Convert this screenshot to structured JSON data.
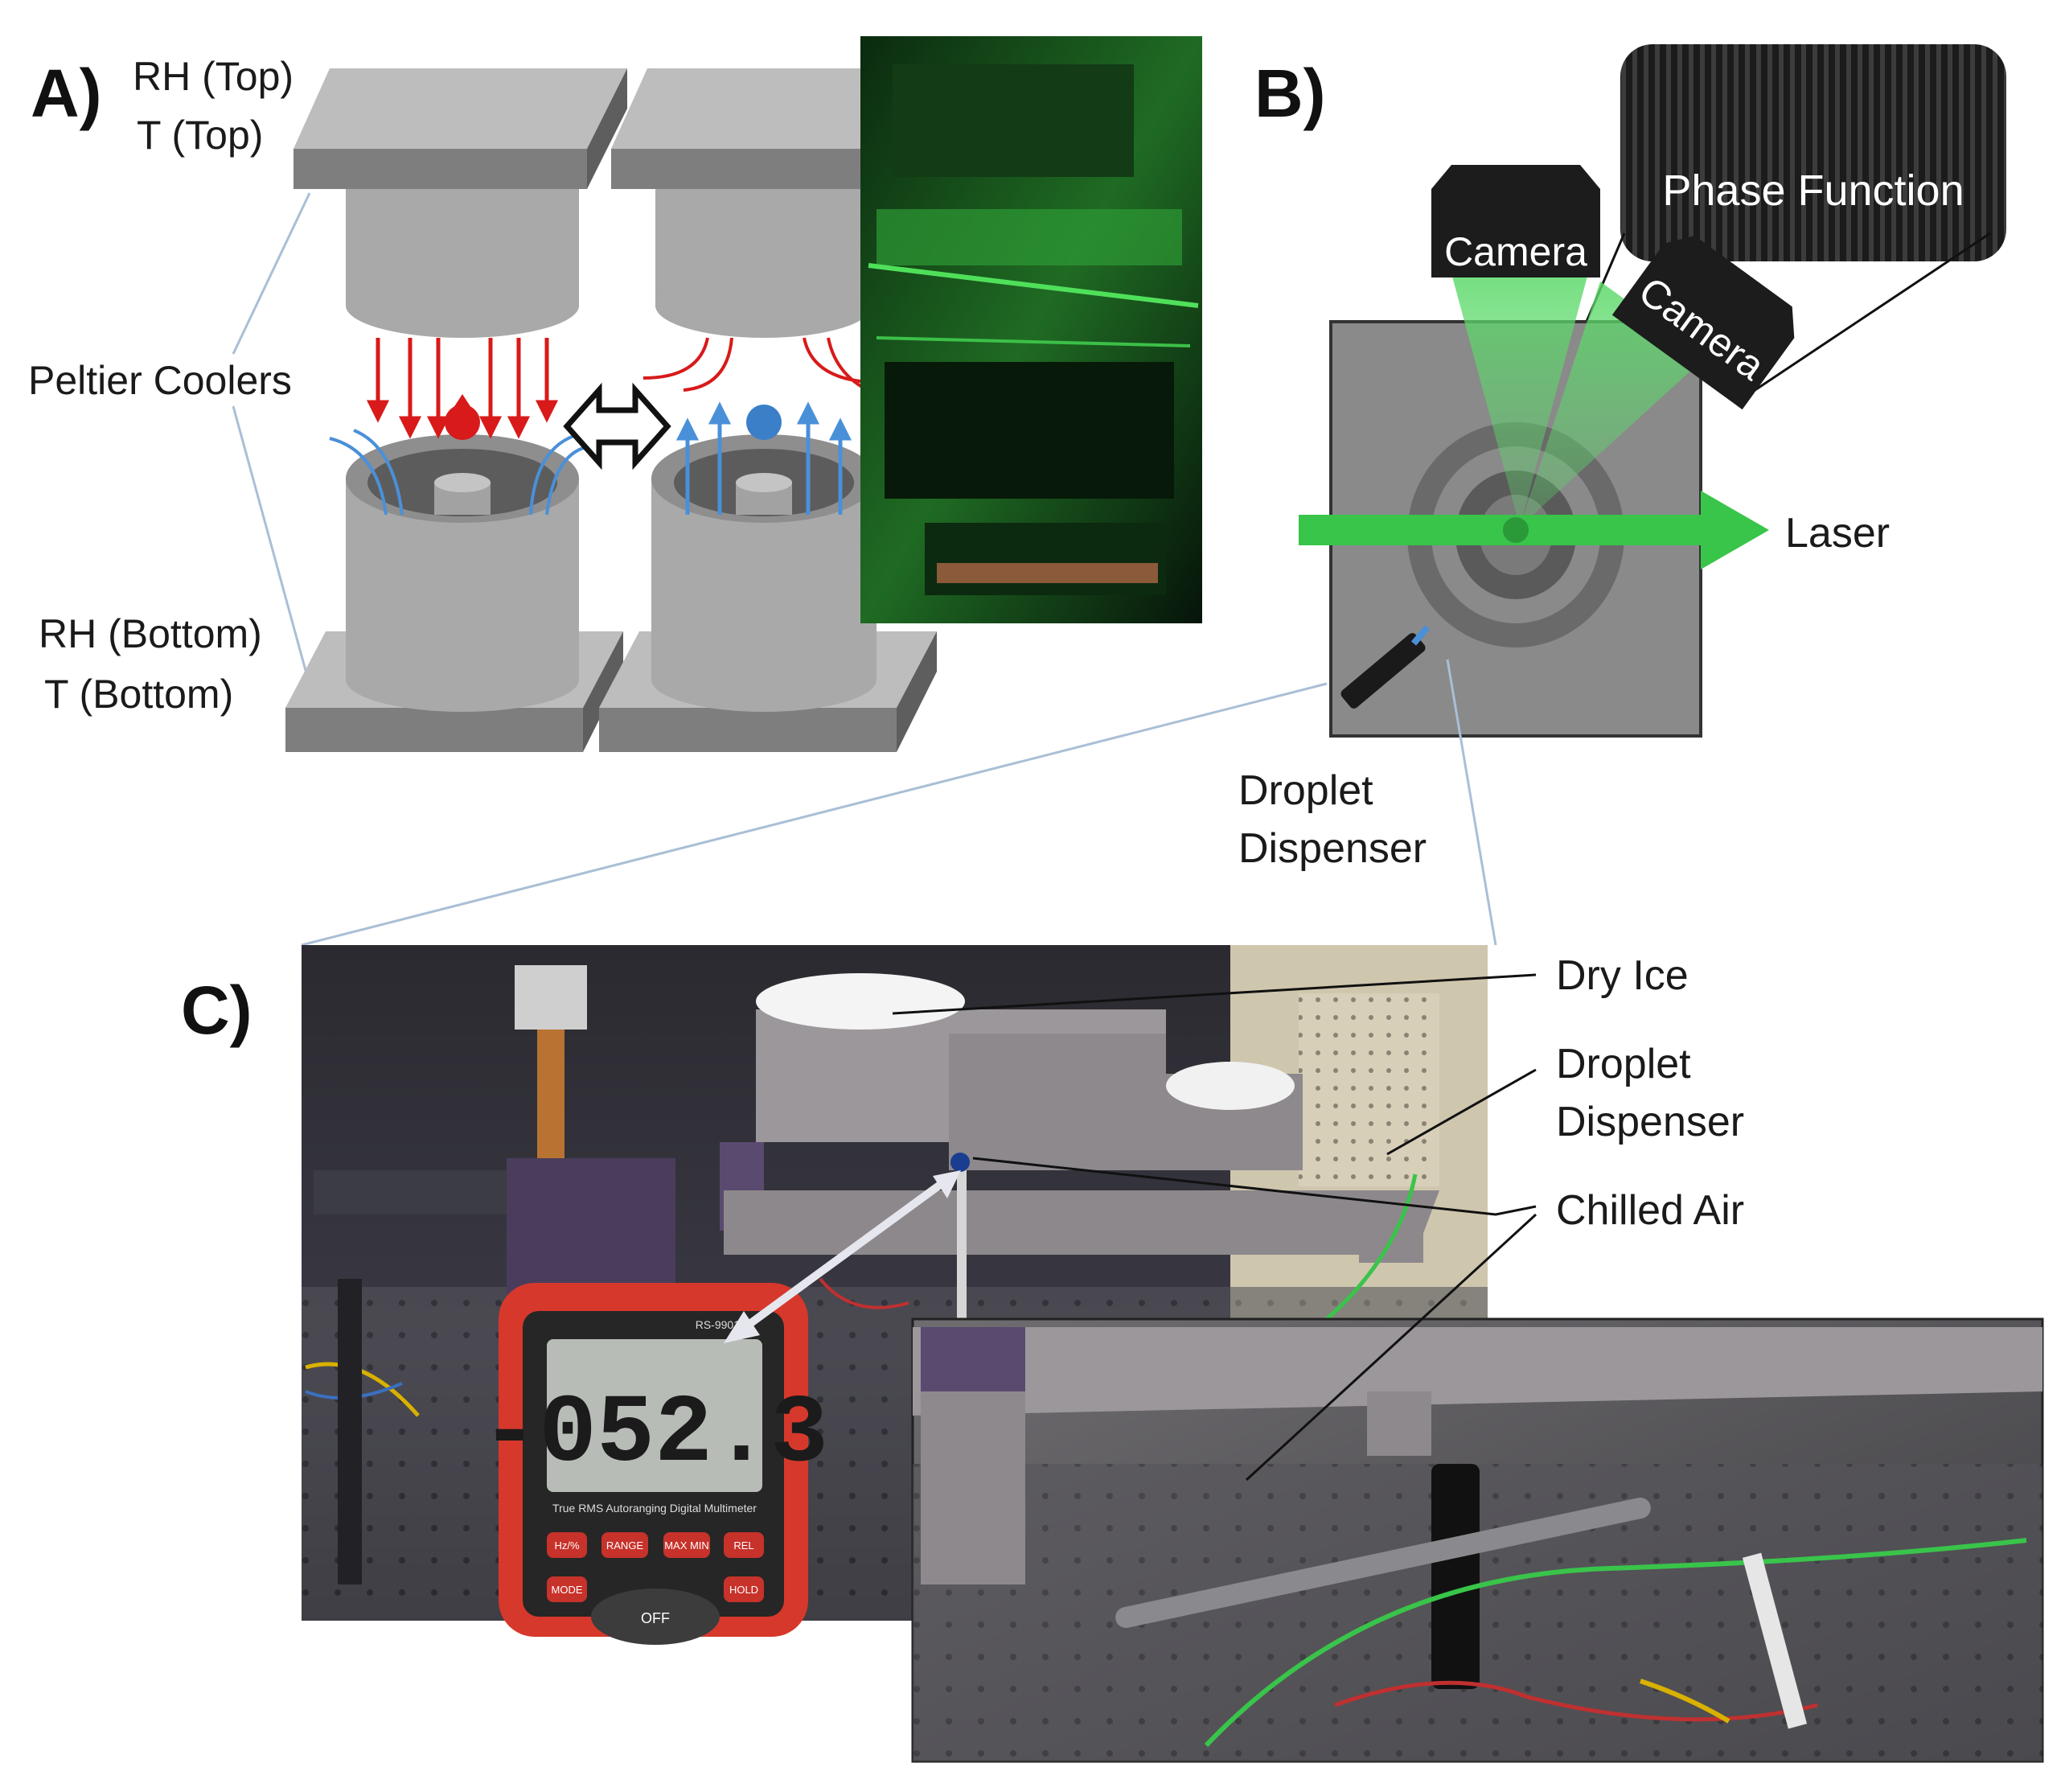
{
  "panel_a": {
    "label": "A)",
    "rh_top": "RH (Top)",
    "t_top": "T (Top)",
    "peltier": "Peltier Coolers",
    "rh_bottom": "RH (Bottom)",
    "t_bottom": "T (Bottom)"
  },
  "panel_b": {
    "label": "B)",
    "phase_function": "Phase Function",
    "camera_top": "Camera",
    "camera_side": "Camera",
    "laser": "Laser",
    "dispenser_1": "Droplet",
    "dispenser_2": "Dispenser"
  },
  "panel_c": {
    "label": "C)",
    "dry_ice": "Dry Ice",
    "dispenser_1": "Droplet",
    "dispenser_2": "Dispenser",
    "chilled_air": "Chilled Air",
    "meter_reading": "-052.3",
    "meter_caption": "True RMS Autoranging Digital Multimeter",
    "meter_model": "RS-9901",
    "meter_buttons": [
      "Hz/%",
      "RANGE",
      "MAX MIN",
      "REL",
      "MODE",
      "HOLD"
    ],
    "meter_dial": "OFF"
  },
  "colors": {
    "gray_block": "#a8a8a8",
    "gray_dark": "#6e6e6e",
    "hot_arrow": "#d81a1a",
    "cold_arrow": "#4a90d9",
    "laser_green": "#39c44a",
    "meter_red": "#d6382b"
  }
}
